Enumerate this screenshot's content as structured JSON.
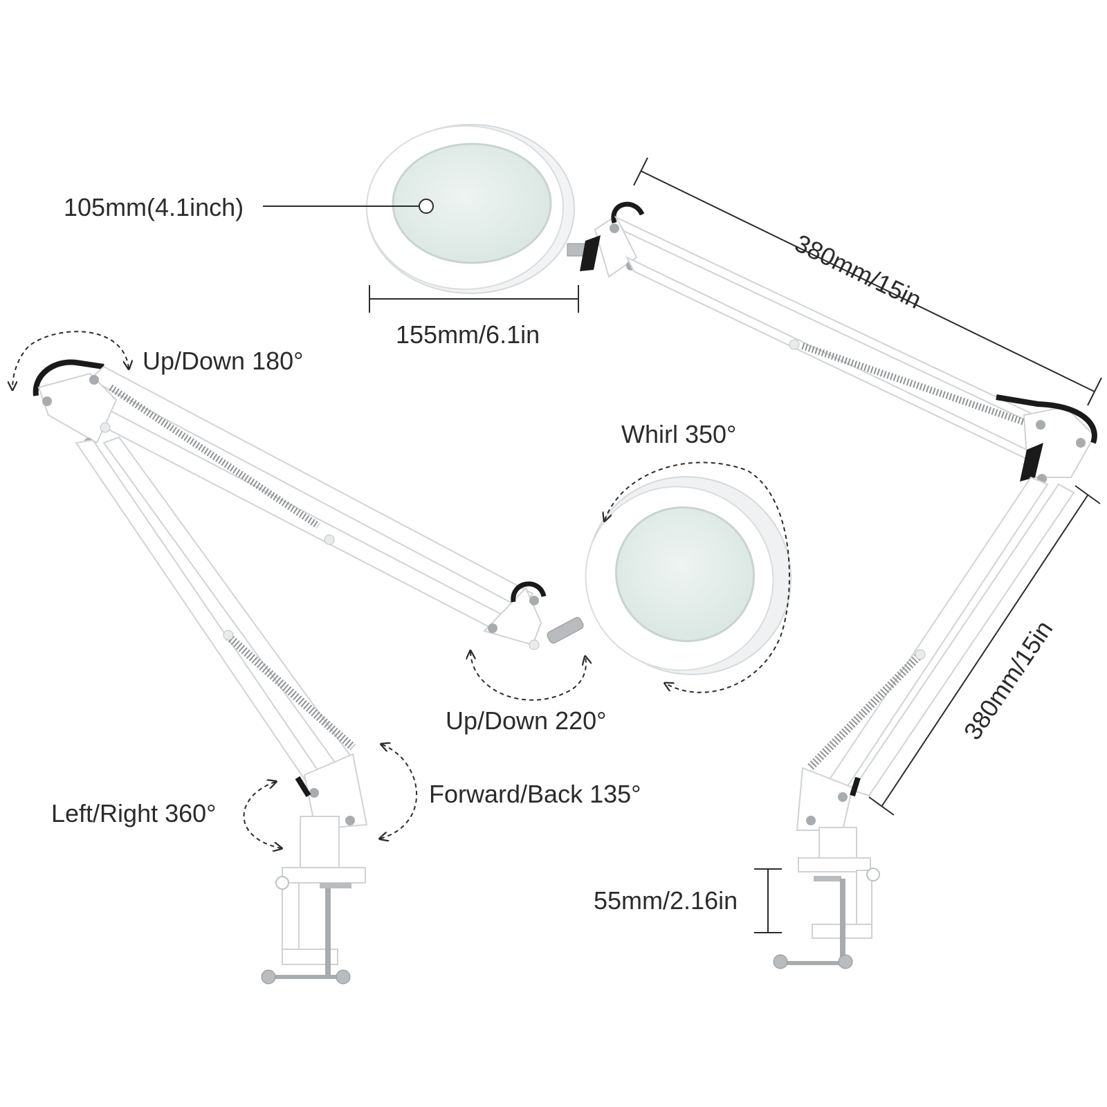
{
  "labels": {
    "lens_diameter": "105mm(4.1inch)",
    "head_width": "155mm/6.1in",
    "upper_arm_length": "380mm/15in",
    "lower_arm_length": "380mm/15in",
    "clamp_opening": "55mm/2.16in",
    "shoulder_rotation": "Up/Down 180°",
    "head_whirl": "Whirl 350°",
    "head_tilt": "Up/Down 220°",
    "base_swivel": "Left/Right 360°",
    "base_tilt": "Forward/Back 135°"
  },
  "colors": {
    "ink": "#2b2b2b",
    "lamp_body": "#ffffff",
    "lamp_edge": "#d6d9dc",
    "lens": "#e4eeeb",
    "dark_part": "#1a1a1a",
    "metal": "#a9acaf"
  }
}
